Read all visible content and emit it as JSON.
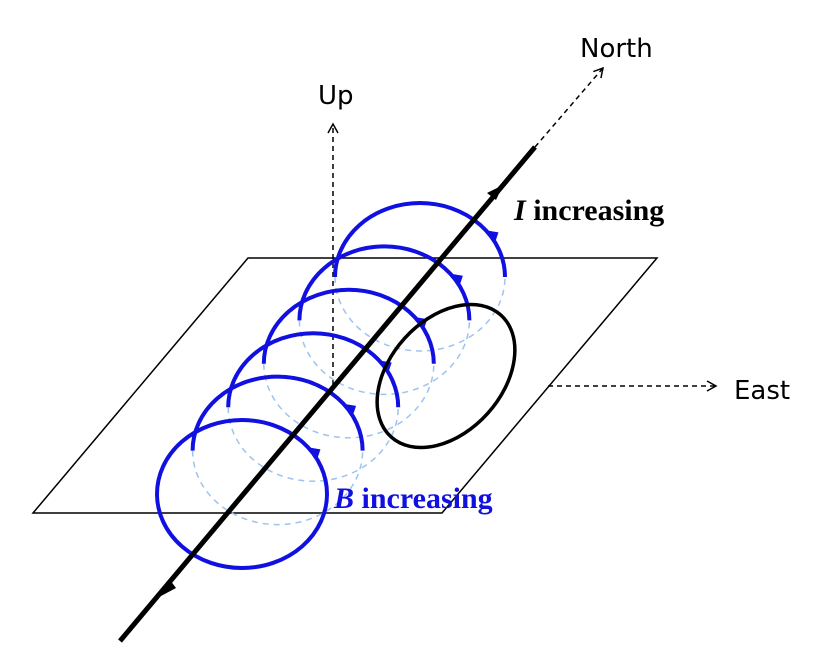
{
  "labels": {
    "north": "North",
    "up": "Up",
    "east": "East",
    "current_symbol": "I",
    "current_text": " increasing",
    "field_symbol": "B",
    "field_text": " increasing"
  },
  "colors": {
    "field": "#1010e0",
    "field_dashed": "#9cc4ee",
    "wire": "#000000",
    "loop": "#000000"
  },
  "field_loop_count": 6
}
